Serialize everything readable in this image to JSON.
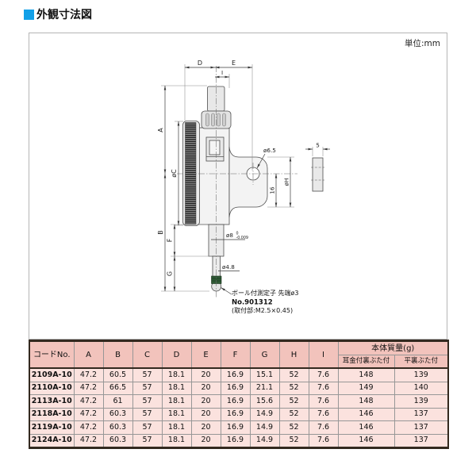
{
  "page": {
    "title": "外観寸法図",
    "unit_label": "単位:mm"
  },
  "drawing": {
    "labels": {
      "dim_d": "D",
      "dim_e": "E",
      "dim_i": "I",
      "dim_a": "A",
      "dim_b": "B",
      "dim_c": "øC",
      "dim_f": "F",
      "dim_g": "G",
      "hole_dia": "ø6.5",
      "hole_to_bottom": "16",
      "lug_height": "øH",
      "lug_thickness": "5",
      "stem_dia": "ø8",
      "stem_tol_upper": "0",
      "stem_tol_lower": "-0.009",
      "spindle_dia": "ø4.8"
    },
    "note": {
      "contact_point": "ボール付測定子 先端ø3",
      "part_no": "No.901312",
      "mount": "(取付部:M2.5×0.45)"
    }
  },
  "table": {
    "col_headers": [
      "コードNo.",
      "A",
      "B",
      "C",
      "D",
      "E",
      "F",
      "G",
      "H",
      "I"
    ],
    "mass_header": "本体質量(g)",
    "mass_subheaders": [
      "耳金付裏ぶた付",
      "平裏ぶた付"
    ],
    "rows": [
      [
        "2109A-10",
        "47.2",
        "60.5",
        "57",
        "18.1",
        "20",
        "16.9",
        "15.1",
        "52",
        "7.6",
        "148",
        "139"
      ],
      [
        "2110A-10",
        "47.2",
        "66.5",
        "57",
        "18.1",
        "20",
        "16.9",
        "21.1",
        "52",
        "7.6",
        "149",
        "140"
      ],
      [
        "2113A-10",
        "47.2",
        "61",
        "57",
        "18.1",
        "20",
        "16.9",
        "15.6",
        "52",
        "7.6",
        "148",
        "139"
      ],
      [
        "2118A-10",
        "47.2",
        "60.3",
        "57",
        "18.1",
        "20",
        "16.9",
        "14.9",
        "52",
        "7.6",
        "146",
        "137"
      ],
      [
        "2119A-10",
        "47.2",
        "60.3",
        "57",
        "18.1",
        "20",
        "16.9",
        "14.9",
        "52",
        "7.6",
        "146",
        "137"
      ],
      [
        "2124A-10",
        "47.2",
        "60.3",
        "57",
        "18.1",
        "20",
        "16.9",
        "14.9",
        "52",
        "7.6",
        "146",
        "137"
      ]
    ]
  },
  "colors": {
    "accent_blue": "#12a0e8",
    "table_header_bg": "#f2c3bc",
    "table_row_bg": "#fbe2de",
    "table_dark_border": "#33291f",
    "measuring_tip_band_green": "#2f5a35"
  }
}
